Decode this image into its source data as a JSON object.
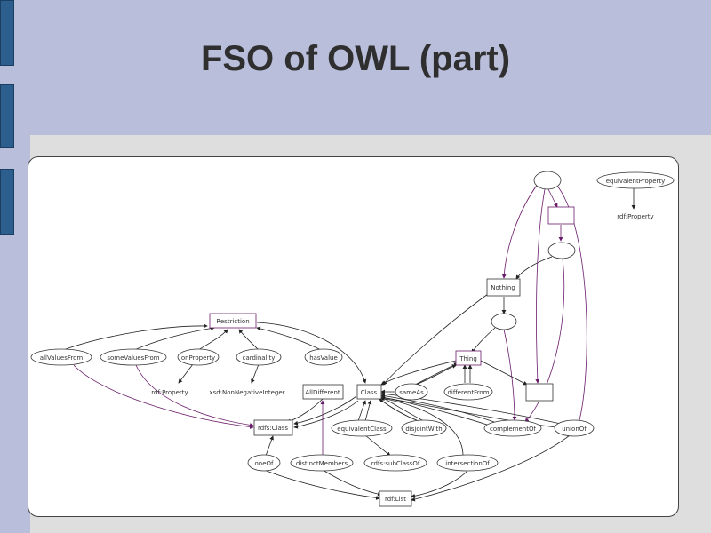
{
  "slide": {
    "title": "FSO of OWL (part)"
  },
  "diagram": {
    "nodes": {
      "restriction": "Restriction",
      "all_values_from": "allValuesFrom",
      "some_values_from": "someValuesFrom",
      "on_property": "onProperty",
      "cardinality": "cardinality",
      "has_value": "hasValue",
      "rdf_property": "rdf:Property",
      "xsd_nonnegative_integer": "xsd:NonNegativeInteger",
      "all_different": "AllDifferent",
      "class": "Class",
      "same_as": "sameAs",
      "different_from": "differentFrom",
      "thing": "Thing",
      "nothing": "Nothing",
      "equivalent_property": "equivalentProperty",
      "rdf_property_2": "rdf:Property",
      "rdfs_class": "rdfs:Class",
      "equivalent_class": "equivalentClass",
      "disjoint_with": "disjointWith",
      "complement_of": "complementOf",
      "union_of": "unionOf",
      "one_of": "oneOf",
      "distinct_members": "distinctMembers",
      "rdfs_sub_class_of": "rdfs:subClassOf",
      "intersection_of": "intersectionOf",
      "rdf_list": "rdf:List"
    }
  }
}
